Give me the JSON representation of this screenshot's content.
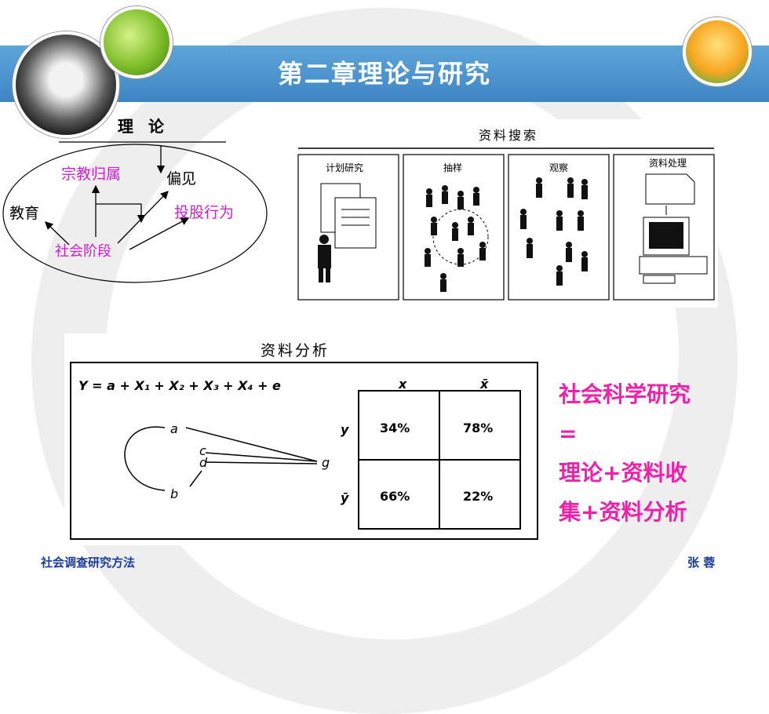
{
  "header": {
    "title": "第二章理论与研究"
  },
  "theory": {
    "heading": "理 论",
    "nodes": {
      "religion": "宗教归属",
      "prejudice": "偏见",
      "education": "教育",
      "voting": "投股行为",
      "class": "社会阶段"
    }
  },
  "search": {
    "title": "资料搜索",
    "panels": [
      "计划研究",
      "抽样",
      "观察",
      "资料处理"
    ]
  },
  "analysis": {
    "title": "资料分析",
    "equation": "Y = a + X₁ + X₂ + X₃ + X₄ + e",
    "path_labels": {
      "a": "a",
      "b": "b",
      "c": "c",
      "d": "d",
      "g": "g"
    },
    "table": {
      "col_headers": [
        "x",
        "x̄"
      ],
      "row_headers": [
        "y",
        "ȳ"
      ],
      "cells": [
        [
          "34%",
          "78%"
        ],
        [
          "66%",
          "22%"
        ]
      ]
    }
  },
  "summary": {
    "lines": [
      "社会科学研究",
      "=",
      "理论+资料收",
      "集+资料分析"
    ]
  },
  "footer": {
    "course": "社会调查研究方法",
    "author": "张 蓉"
  },
  "colors": {
    "title_bar": "#4a95cf",
    "accent": "#ee22aa",
    "theory_accent": "#cc22cc",
    "footer": "#1a3d9c"
  }
}
